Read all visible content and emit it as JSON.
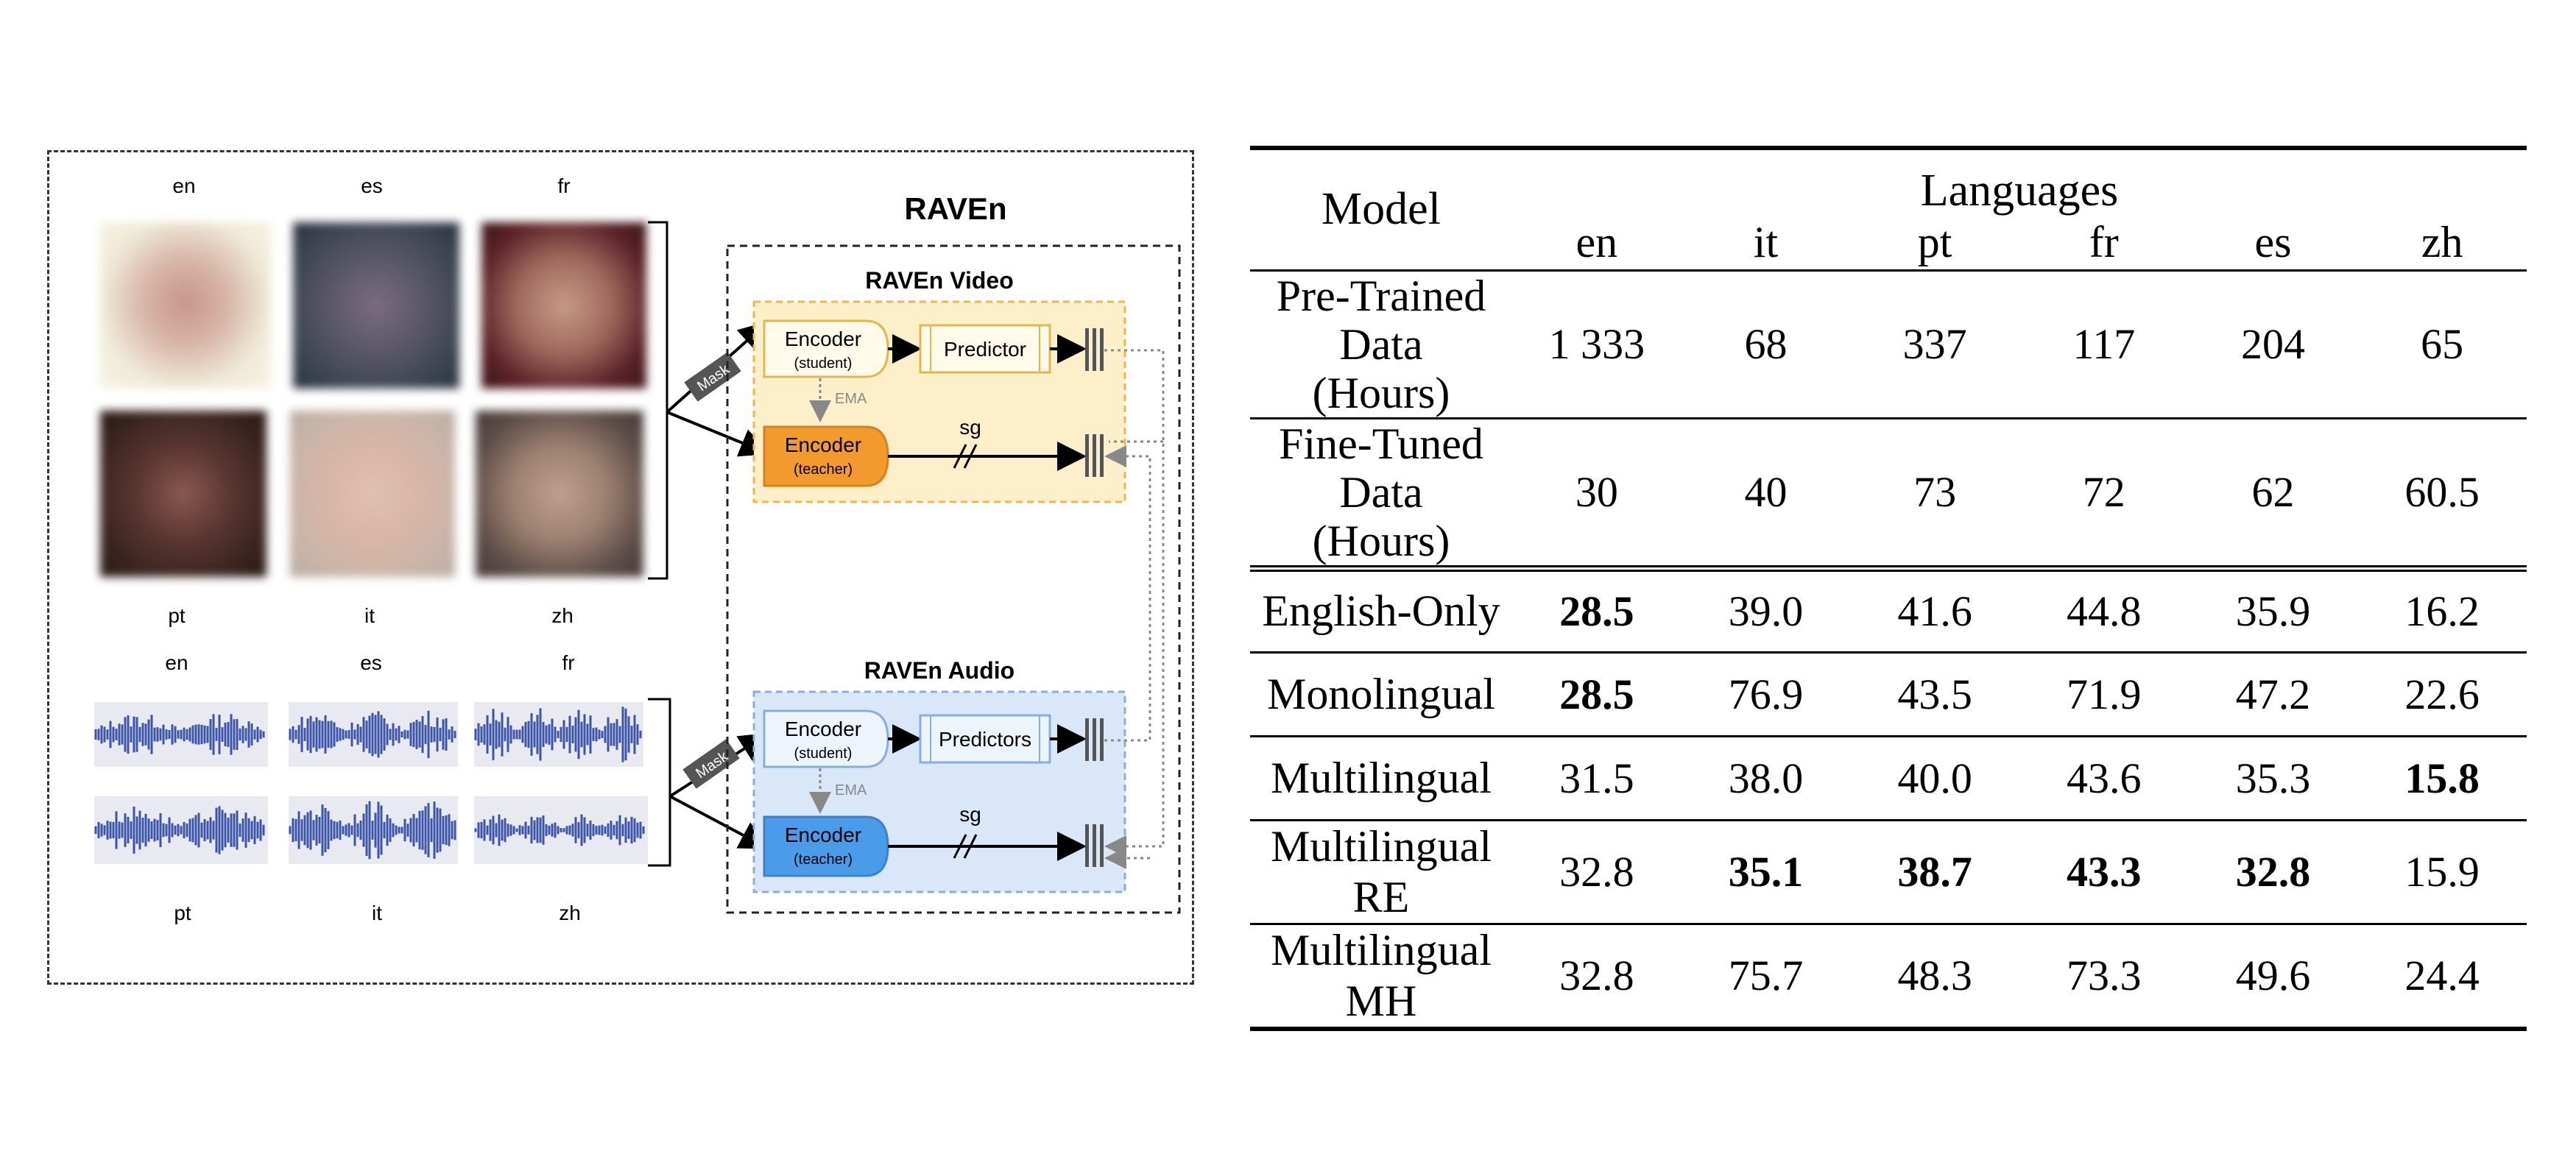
{
  "diagram": {
    "title": "RAVEn",
    "video_panel": {
      "title": "RAVEn Video",
      "student_label": "Encoder",
      "student_sub": "(student)",
      "teacher_label": "Encoder",
      "teacher_sub": "(teacher)",
      "predictor_label": "Predictor",
      "ema_label": "EMA",
      "sg_label": "sg",
      "colors": {
        "panel": "#fcefc9",
        "teacher": "#f39a2e",
        "student": "#fff6dc"
      }
    },
    "audio_panel": {
      "title": "RAVEn Audio",
      "student_label": "Encoder",
      "student_sub": "(student)",
      "teacher_label": "Encoder",
      "teacher_sub": "(teacher)",
      "predictor_label": "Predictors",
      "ema_label": "EMA",
      "sg_label": "sg",
      "colors": {
        "panel": "#d9e7f8",
        "teacher": "#4a9be8",
        "student": "#eef4fc"
      }
    },
    "mask_label": "Mask",
    "video_top_langs": [
      "en",
      "es",
      "fr"
    ],
    "video_bottom_langs": [
      "pt",
      "it",
      "zh"
    ],
    "audio_top_langs": [
      "en",
      "es",
      "fr"
    ],
    "audio_bottom_langs": [
      "pt",
      "it",
      "zh"
    ]
  },
  "table": {
    "model_header": "Model",
    "languages_header": "Languages",
    "languages": [
      "en",
      "it",
      "pt",
      "fr",
      "es",
      "zh"
    ],
    "data_rows": [
      {
        "label_line1": "Pre-Trained Data",
        "label_line2": "(Hours)",
        "values": [
          "1 333",
          "68",
          "337",
          "117",
          "204",
          "65"
        ]
      },
      {
        "label_line1": "Fine-Tuned Data",
        "label_line2": "(Hours)",
        "values": [
          "30",
          "40",
          "73",
          "72",
          "62",
          "60.5"
        ]
      }
    ],
    "result_rows": [
      {
        "label": "English-Only",
        "values": [
          "28.5",
          "39.0",
          "41.6",
          "44.8",
          "35.9",
          "16.2"
        ],
        "bold": [
          true,
          false,
          false,
          false,
          false,
          false
        ]
      },
      {
        "label": "Monolingual",
        "values": [
          "28.5",
          "76.9",
          "43.5",
          "71.9",
          "47.2",
          "22.6"
        ],
        "bold": [
          true,
          false,
          false,
          false,
          false,
          false
        ]
      },
      {
        "label": "Multilingual",
        "values": [
          "31.5",
          "38.0",
          "40.0",
          "43.6",
          "35.3",
          "15.8"
        ],
        "bold": [
          false,
          false,
          false,
          false,
          false,
          true
        ]
      },
      {
        "label": "Multilingual RE",
        "values": [
          "32.8",
          "35.1",
          "38.7",
          "43.3",
          "32.8",
          "15.9"
        ],
        "bold": [
          false,
          true,
          true,
          true,
          true,
          false
        ]
      },
      {
        "label": "Multilingual MH",
        "values": [
          "32.8",
          "75.7",
          "48.3",
          "73.3",
          "49.6",
          "24.4"
        ],
        "bold": [
          false,
          false,
          false,
          false,
          false,
          false
        ]
      }
    ]
  }
}
